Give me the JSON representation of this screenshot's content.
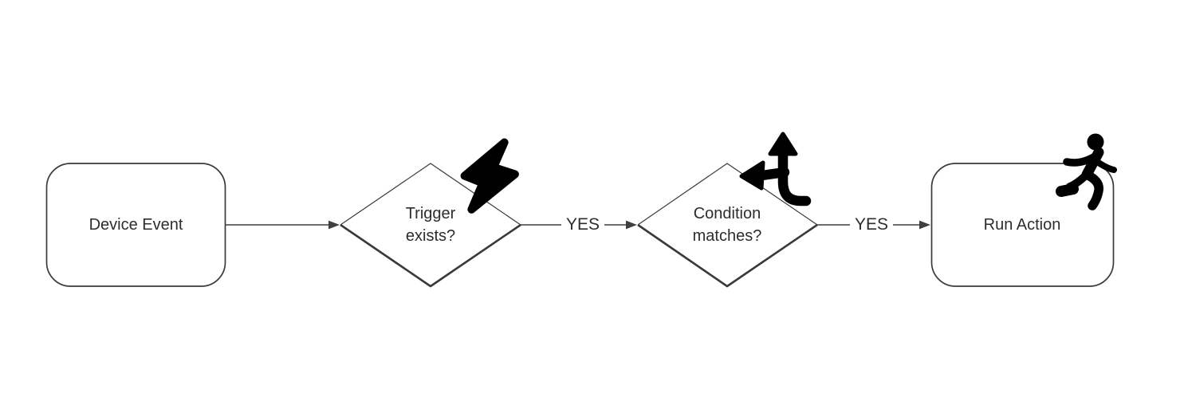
{
  "diagram": {
    "colors": {
      "background": "#ffffff",
      "edge": "#3f3f3f",
      "shape_stroke": "#3a3a3a",
      "text": "#2d2d2d",
      "icon": "#000000"
    },
    "nodes": [
      {
        "id": "device-event",
        "shape": "rounded-rectangle",
        "label": "Device Event",
        "icon": ""
      },
      {
        "id": "trigger-exists",
        "shape": "diamond",
        "label": "Trigger exists?",
        "icon": "lightning-bolt-icon"
      },
      {
        "id": "condition-matches",
        "shape": "diamond",
        "label": "Condition matches?",
        "icon": "split-arrows-icon"
      },
      {
        "id": "run-action",
        "shape": "rounded-rectangle",
        "label": "Run Action",
        "icon": "person-running-icon"
      }
    ],
    "edges": [
      {
        "from": "device-event",
        "to": "trigger-exists",
        "label": ""
      },
      {
        "from": "trigger-exists",
        "to": "condition-matches",
        "label": "YES"
      },
      {
        "from": "condition-matches",
        "to": "run-action",
        "label": "YES"
      }
    ]
  }
}
